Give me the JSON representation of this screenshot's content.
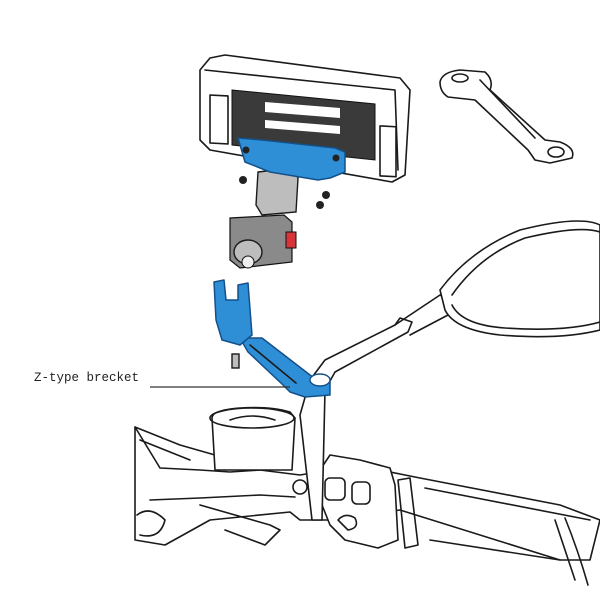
{
  "diagram": {
    "type": "exploded-assembly-illustration",
    "subject": "Motorcycle phone holder mounted on handlebar mirror stem",
    "callouts": [
      {
        "label": "Z-type brecket",
        "points_to": "blue z-shaped bracket under mirror stem"
      }
    ],
    "components": [
      {
        "name": "phone-holder-clamp",
        "color": "white/black line art"
      },
      {
        "name": "holder-mount-plate",
        "color": "#2f8fd6"
      },
      {
        "name": "ball-joint-adapter",
        "color": "#bdbdbd"
      },
      {
        "name": "lock-knob-block",
        "color": "#8a8a8a",
        "accent": "#d9333a"
      },
      {
        "name": "z-type-bracket",
        "color": "#2f8fd6"
      },
      {
        "name": "spare-z-bracket-inset",
        "color": "white line art"
      },
      {
        "name": "mirror",
        "color": "white line art"
      },
      {
        "name": "handlebar-with-switch-and-grip",
        "color": "white line art"
      },
      {
        "name": "bolt",
        "color": "#bdbdbd"
      }
    ],
    "colors": {
      "highlight": "#2f8fd6",
      "highlight_stroke": "#14508a",
      "knob_red": "#d9333a",
      "line": "#1a1a1a"
    }
  }
}
